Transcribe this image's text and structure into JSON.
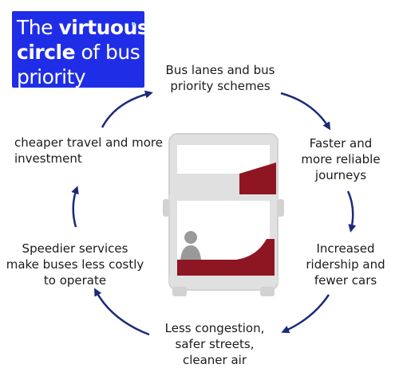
{
  "title": {
    "line1_prefix": "The ",
    "line1_bold": "virtuous",
    "line2_bold": "circle",
    "line2_rest": " of bus",
    "line3": "priority"
  },
  "steps": [
    {
      "id": "bus-lanes",
      "lines": [
        "Bus lanes and bus",
        "priority schemes"
      ]
    },
    {
      "id": "faster-journeys",
      "lines": [
        "Faster and",
        "more reliable",
        "journeys"
      ]
    },
    {
      "id": "increased-ridership",
      "lines": [
        "Increased",
        "ridership and",
        "fewer cars"
      ]
    },
    {
      "id": "less-congestion",
      "lines": [
        "Less congestion,",
        "safer streets,",
        "cleaner air"
      ]
    },
    {
      "id": "speedier-services",
      "lines": [
        "Speedier services",
        "make buses less costly",
        "to operate"
      ]
    },
    {
      "id": "cheaper-travel",
      "lines": [
        "cheaper travel and more",
        "investment"
      ]
    }
  ],
  "colors": {
    "title_background": "#1f2ee6",
    "title_text": "#ffffff",
    "arrow": "#1a2a7a",
    "bus_body": "#e0e0e0",
    "bus_outline": "#d2d2d2",
    "bus_livery": "#8e1622",
    "driver": "#9a9a9a"
  },
  "icons": {
    "bus": "double-decker-bus-icon",
    "arrows": "curved-arrow-icon"
  }
}
